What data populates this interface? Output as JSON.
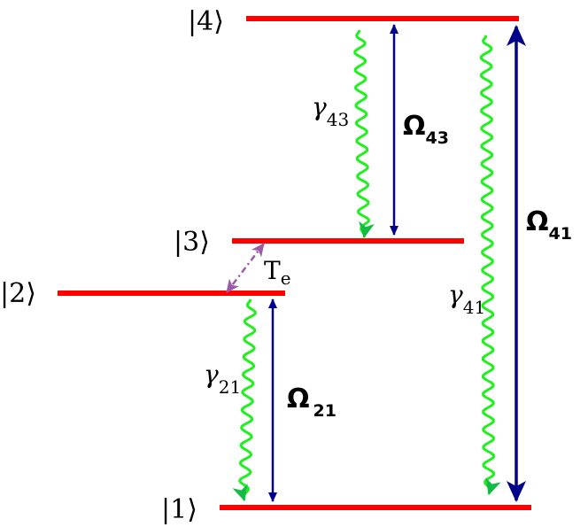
{
  "colors": {
    "level": "#ff0000",
    "coupling": "#00008b",
    "decay": "#22ee22",
    "decay_head": "#11bb44",
    "tunneling": "#9b59a6"
  },
  "levels": [
    {
      "id": "level-4",
      "label": "|4⟩"
    },
    {
      "id": "level-3",
      "label": "|3⟩"
    },
    {
      "id": "level-2",
      "label": "|2⟩"
    },
    {
      "id": "level-1",
      "label": "|1⟩"
    }
  ],
  "couplings": [
    {
      "id": "omega-43",
      "symbol": "Ω",
      "subscript": "43"
    },
    {
      "id": "omega-41",
      "symbol": "Ω",
      "subscript": "41"
    },
    {
      "id": "omega-21",
      "symbol": "Ω",
      "subscript": "21"
    }
  ],
  "decays": [
    {
      "id": "gamma-43",
      "symbol": "γ",
      "subscript": "43"
    },
    {
      "id": "gamma-41",
      "symbol": "γ",
      "subscript": "41"
    },
    {
      "id": "gamma-21",
      "symbol": "γ",
      "subscript": "21"
    }
  ],
  "tunneling": {
    "symbol": "T",
    "subscript": "e"
  }
}
